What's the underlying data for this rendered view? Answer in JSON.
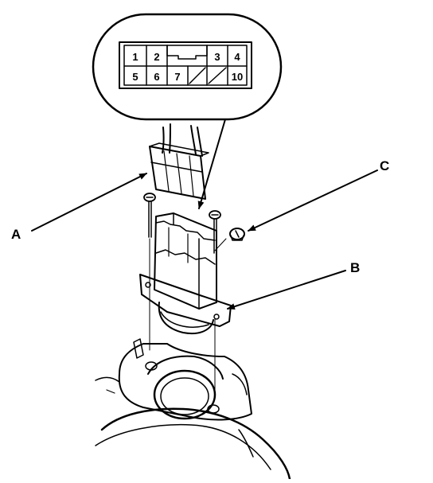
{
  "connector_pins": {
    "top_row": [
      "1",
      "2",
      "3",
      "4"
    ],
    "bottom_row": [
      "5",
      "6",
      "7",
      "10"
    ]
  },
  "callouts": {
    "a": "A",
    "b": "B",
    "c": "C"
  }
}
